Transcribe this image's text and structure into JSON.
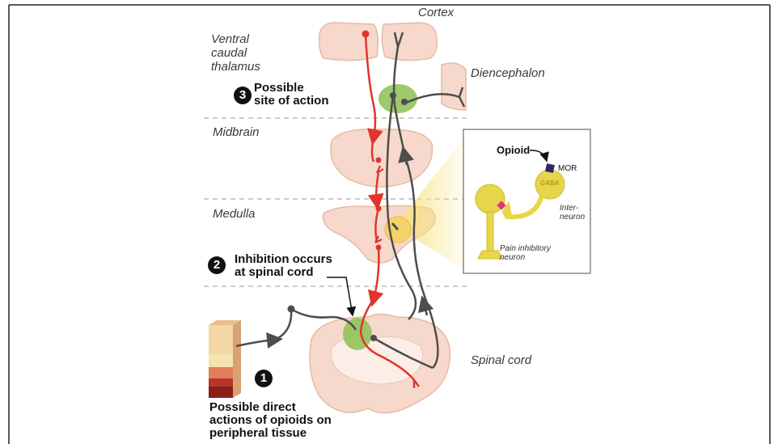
{
  "labels": {
    "cortex": "Cortex",
    "thalamus": "Ventral\ncaudal\nthalamus",
    "diencephalon": "Diencephalon",
    "midbrain": "Midbrain",
    "medulla": "Medulla",
    "spinal_cord": "Spinal cord"
  },
  "steps": [
    {
      "number": "3",
      "text": "Possible\nsite of action"
    },
    {
      "number": "2",
      "text": "Inhibition occurs\nat spinal cord"
    },
    {
      "number": "1",
      "text": "Possible direct\nactions of opioids on\nperipheral tissue"
    }
  ],
  "inset": {
    "opioid": "Opioid",
    "mor": "MOR",
    "gaba": "GABA",
    "interneuron": "Inter-\nneuron",
    "pain_neuron": "Pain inhibitory\nneuron"
  },
  "colors": {
    "ascending_pathway": "#4d4d4d",
    "descending_pathway": "#e0352b",
    "tissue": "#f6d9cc",
    "tissue_outline": "#e8b9a4",
    "site_of_action": "#8cc152",
    "inset_neuron": "#e8d64a",
    "mor_receptor": "#2a2a6a",
    "synapse": "#e0357a"
  }
}
